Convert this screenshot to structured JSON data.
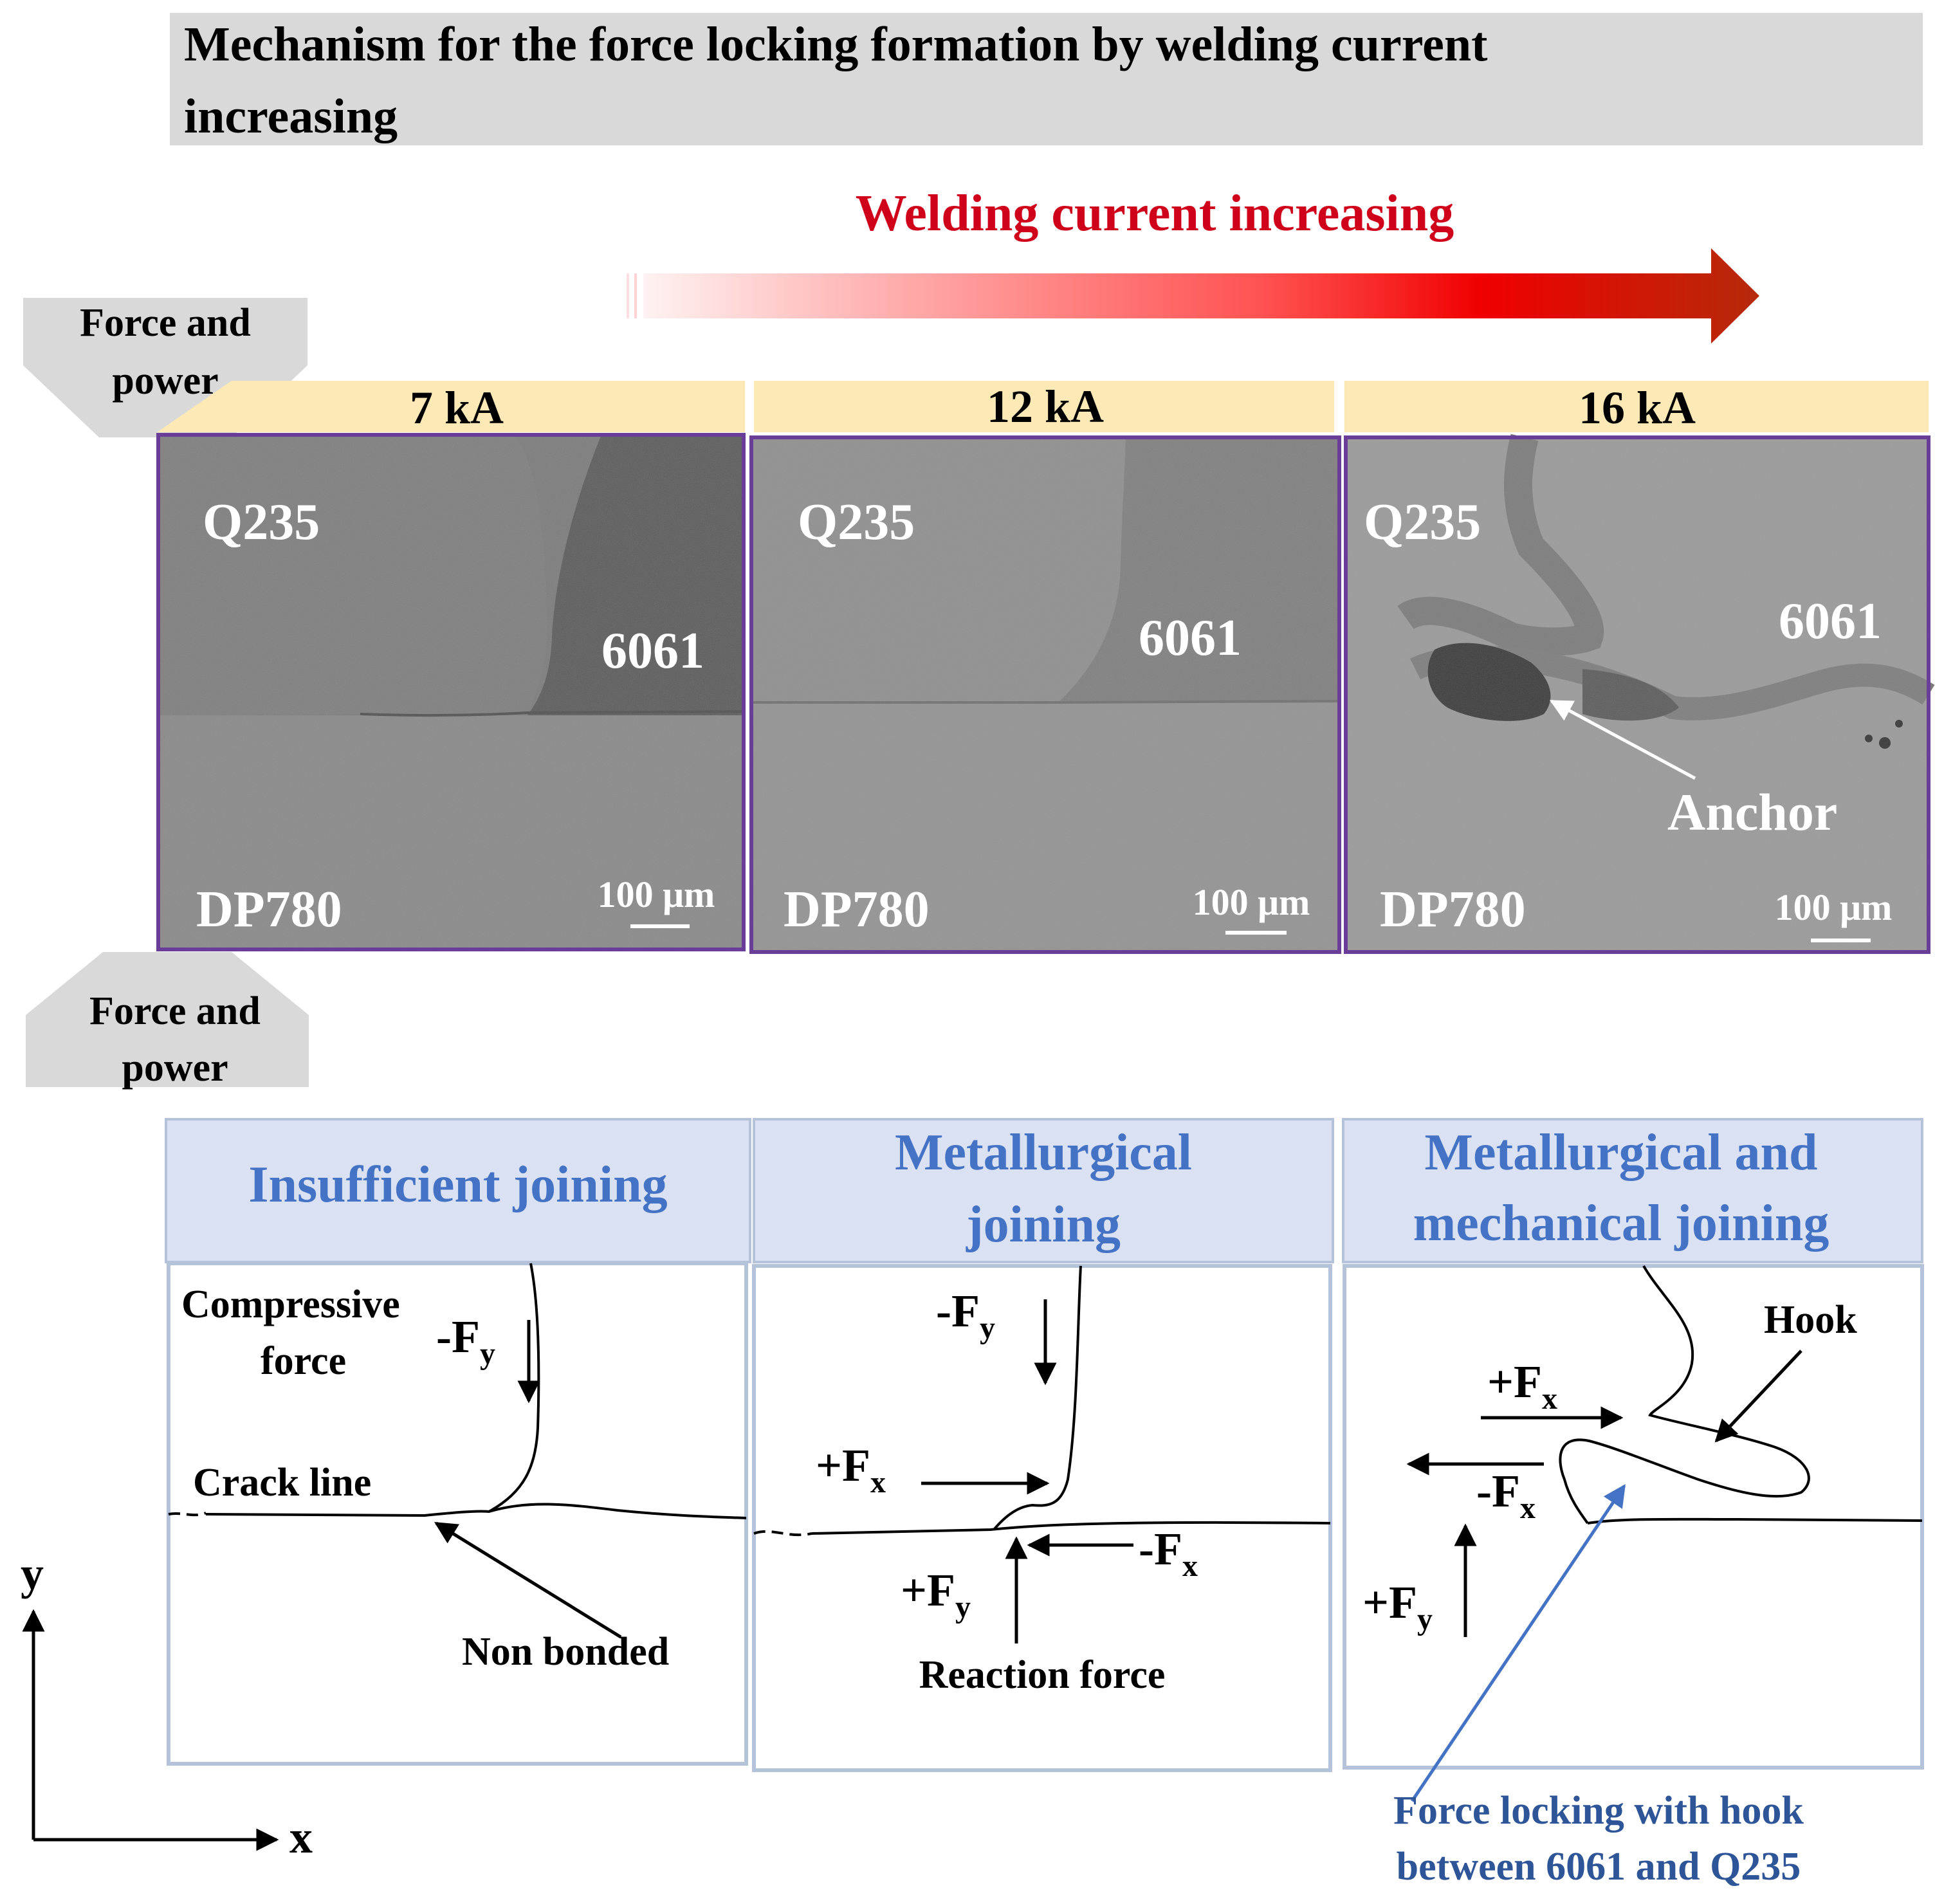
{
  "title": {
    "line1": "Mechanism for the force locking formation by welding current",
    "line2": "increasing"
  },
  "current_arrow": {
    "label": "Welding current increasing"
  },
  "side_labels": {
    "top": {
      "line1": "Force and",
      "line2": "power"
    },
    "bottom": {
      "line1": "Force and",
      "line2": "power"
    }
  },
  "micrographs": [
    {
      "current": "7 kA",
      "upper_material": "Q235",
      "right_material": "6061",
      "lower_material": "DP780",
      "scale_bar": "100 μm"
    },
    {
      "current": "12 kA",
      "upper_material": "Q235",
      "right_material": "6061",
      "lower_material": "DP780",
      "scale_bar": "100 μm"
    },
    {
      "current": "16 kA",
      "upper_material": "Q235",
      "right_material": "6061",
      "lower_material": "DP780",
      "scale_bar": "100 μm",
      "annotation": "Anchor"
    }
  ],
  "joining_panels": [
    {
      "header": [
        "Insufficient joining"
      ]
    },
    {
      "header": [
        "Metallurgical",
        "joining"
      ]
    },
    {
      "header": [
        "Metallurgical and",
        "mechanical joining"
      ]
    }
  ],
  "sketch1": {
    "compressive": [
      "Compressive",
      "force"
    ],
    "fy_sign": "-F",
    "fy_sub": "y",
    "crack_line": "Crack line",
    "non_bonded": "Non bonded"
  },
  "sketch2": {
    "fy_neg_sign": "-F",
    "fy_neg_sub": "y",
    "fx_pos_sign": "+F",
    "fx_pos_sub": "x",
    "fx_neg_sign": "-F",
    "fx_neg_sub": "x",
    "fy_pos_sign": "+F",
    "fy_pos_sub": "y",
    "reaction": "Reaction force"
  },
  "sketch3": {
    "hook": "Hook",
    "fx_pos_sign": "+F",
    "fx_pos_sub": "x",
    "fx_neg_sign": "-F",
    "fx_neg_sub": "x",
    "fy_pos_sign": "+F",
    "fy_pos_sub": "y",
    "note": [
      "Force locking with hook",
      "between 6061 and Q235"
    ]
  },
  "axes": {
    "y": "y",
    "x": "x"
  },
  "colors": {
    "title_bg": "#d9d9d9",
    "current_label": "#d0021b",
    "current_header_bg": "#fde9b5",
    "micrograph_border": "#6a3d99",
    "panel_header_bg": "#d9e1f2",
    "panel_header_text": "#4472c4",
    "panel_border": "#b4c2da",
    "note_text": "#2e5597"
  }
}
